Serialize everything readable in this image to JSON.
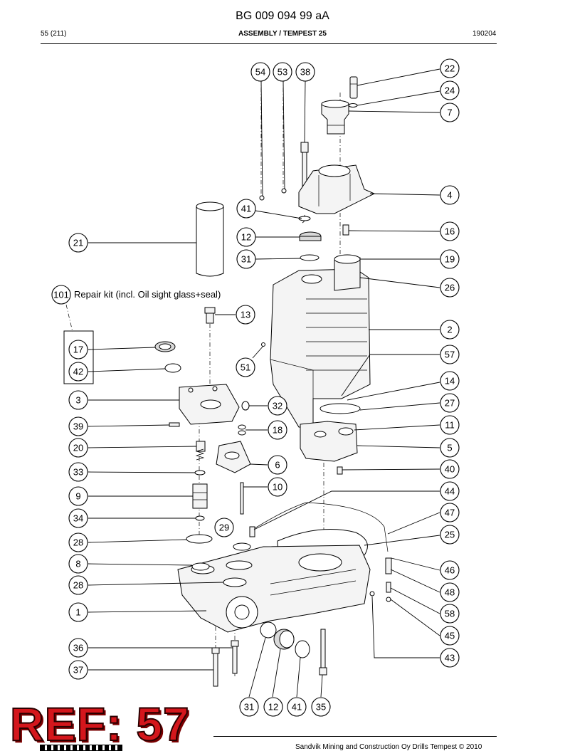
{
  "header": {
    "document_number": "BG 009 094 99 aA",
    "page": "55 (211)",
    "section": "ASSEMBLY / TEMPEST 25",
    "date_code": "190204"
  },
  "kit": {
    "number": "101",
    "label": "Repair kit (incl. Oil sight glass+seal)"
  },
  "balloons": {
    "b54": "54",
    "b53": "53",
    "b38": "38",
    "b22": "22",
    "b24": "24",
    "b7": "7",
    "b4": "4",
    "b41a": "41",
    "b16": "16",
    "b12a": "12",
    "b21": "21",
    "b31a": "31",
    "b19": "19",
    "b26": "26",
    "b13": "13",
    "b2": "2",
    "b57": "57",
    "b17": "17",
    "b51": "51",
    "b42": "42",
    "b14": "14",
    "b3": "3",
    "b32": "32",
    "b27": "27",
    "b39": "39",
    "b18": "18",
    "b11": "11",
    "b20": "20",
    "b5": "5",
    "b6": "6",
    "b33": "33",
    "b40": "40",
    "b10": "10",
    "b9": "9",
    "b44": "44",
    "b34": "34",
    "b47": "47",
    "b29": "29",
    "b28a": "28",
    "b25": "25",
    "b8": "8",
    "b46": "46",
    "b28b": "28",
    "b48": "48",
    "b1": "1",
    "b58": "58",
    "b45": "45",
    "b36": "36",
    "b43": "43",
    "b37": "37",
    "b31b": "31",
    "b12b": "12",
    "b41b": "41",
    "b35": "35"
  },
  "stamp": "REF: 57",
  "footer": "Sandvik Mining and Construction Oy Drills Tempest © 2010"
}
